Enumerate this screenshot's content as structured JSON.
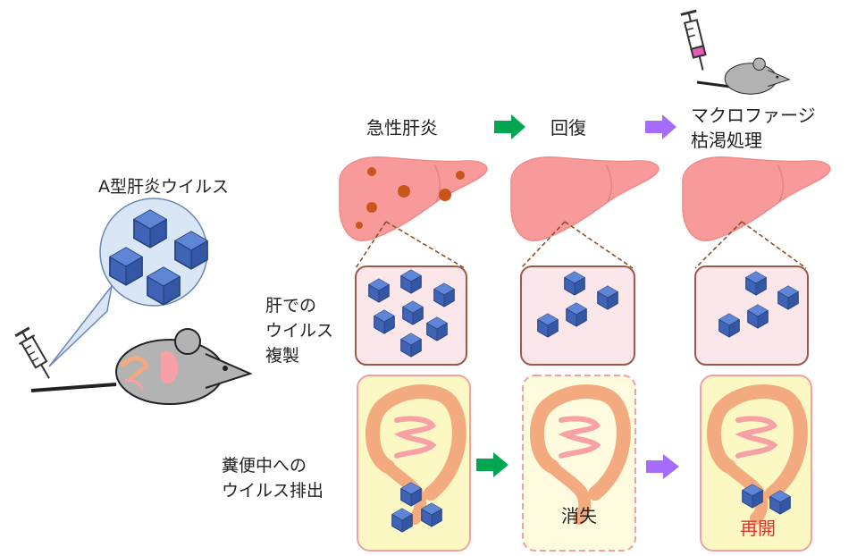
{
  "virus_title": "A型肝炎ウイルス",
  "stages": [
    {
      "name": "急性肝炎"
    },
    {
      "name": "回復"
    },
    {
      "name": "マクロファージ枯渇処理"
    }
  ],
  "stage3_line1": "マクロファージ",
  "stage3_line2": "枯渇処理",
  "liver_row_label": {
    "line1": "肝での",
    "line2": "ウイルス",
    "line3": "複製"
  },
  "feces_row_label": {
    "line1": "糞便中への",
    "line2": "ウイルス排出"
  },
  "feces_status": {
    "recovery": "消失",
    "depletion": "再開"
  },
  "colors": {
    "liver": "#f99a9a",
    "lesion": "#c8561a",
    "virus": "#3f64b5",
    "arrow_green": "#00a651",
    "arrow_purple": "#a66cff",
    "liver_box_fill": "#fbe6ea",
    "liver_box_stroke": "#9b5a4a",
    "feces_box_fill": "#fcf8c4",
    "feces_box_stroke": "#f2a0a0",
    "intestine": "#f3aa7e",
    "reopen_text": "#e8312b"
  },
  "icons": [
    "syringe-icon",
    "mouse-icon",
    "liver-icon",
    "virus-icon",
    "intestine-icon",
    "arrow-icon"
  ]
}
